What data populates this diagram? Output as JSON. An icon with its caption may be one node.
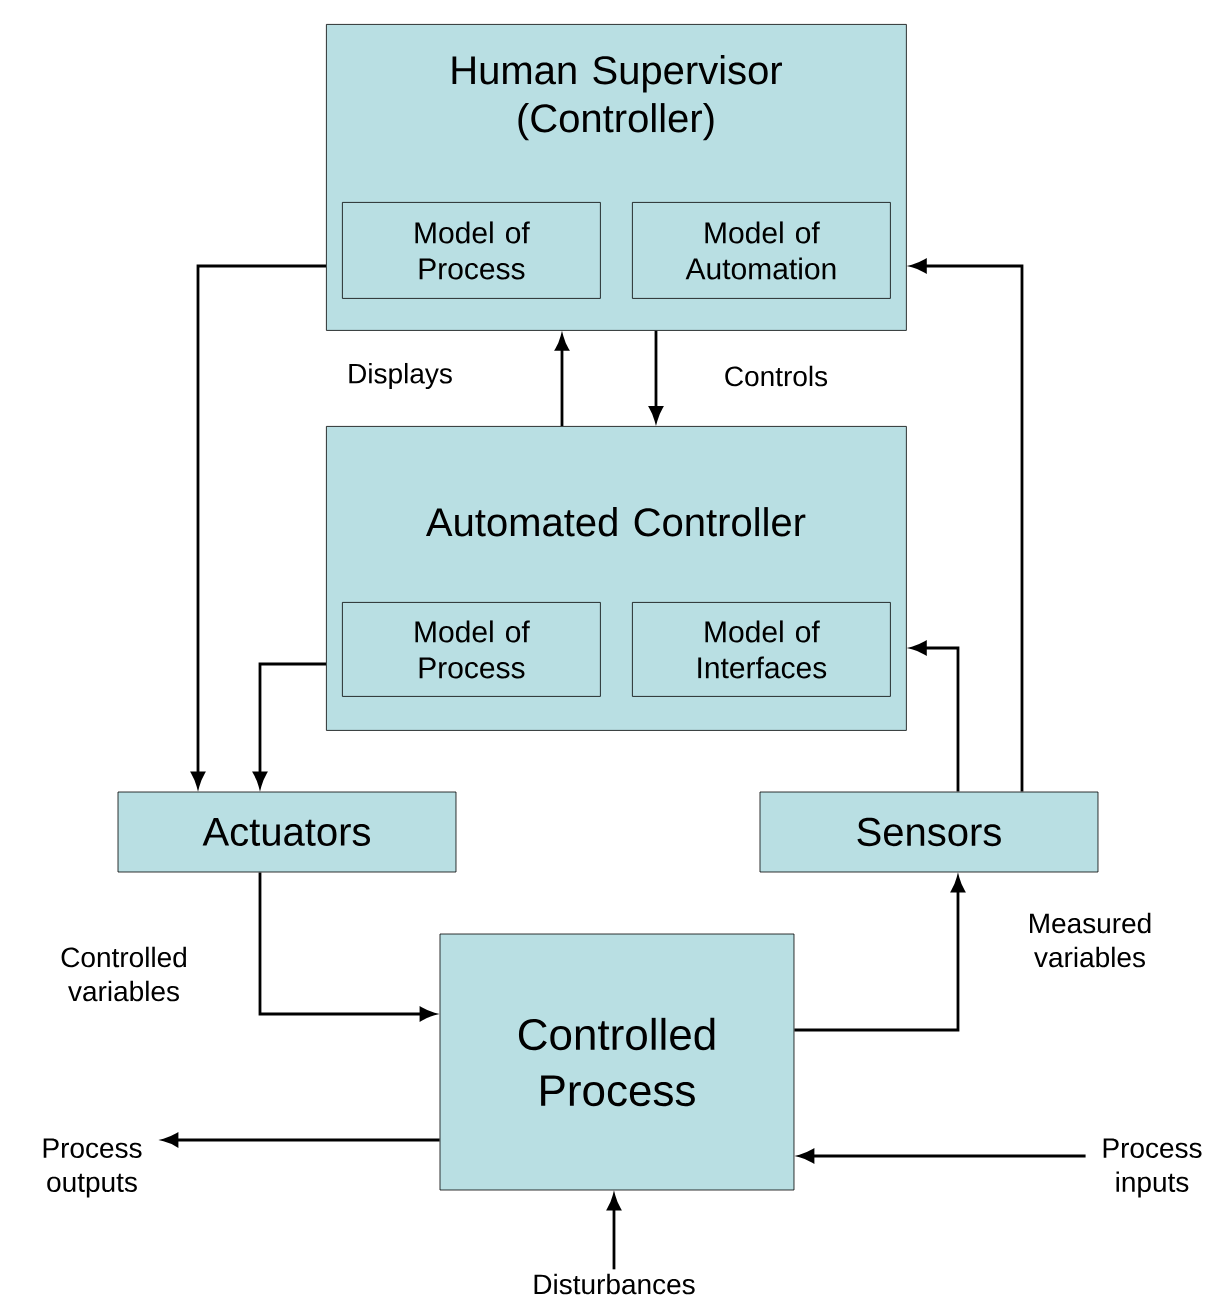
{
  "diagram": {
    "nodes": [
      {
        "text": [
          "Human Supervisor (Controller)"
        ]
      },
      {
        "text": [
          "Model of Process"
        ],
        "in": 0
      },
      {
        "text": [
          "Model of Automation"
        ],
        "in": 0
      },
      {
        "text": [
          "Automated Controller"
        ]
      },
      {
        "text": [
          "Model of Process"
        ],
        "in": 3
      },
      {
        "text": [
          "Model of Interfaces"
        ],
        "in": 3
      },
      {
        "text": [
          "Actuators"
        ]
      },
      {
        "text": [
          "Sensors"
        ]
      },
      {
        "text": [
          "Controlled Process"
        ]
      },
      {
        "text": [
          "Process outputs"
        ]
      },
      {
        "text": [
          "Process inputs"
        ]
      },
      {
        "text": [
          "Disturbances"
        ]
      }
    ],
    "edges": [
      {
        "from": 0,
        "to": 6,
        "arrow": "to"
      },
      {
        "from": 3,
        "to": 0,
        "arrow": "to",
        "label": "Displays"
      },
      {
        "from": 0,
        "to": 3,
        "arrow": "to",
        "label": "Controls"
      },
      {
        "from": 3,
        "to": 6,
        "arrow": "to"
      },
      {
        "from": 7,
        "to": 3,
        "arrow": "to"
      },
      {
        "from": 7,
        "to": 0,
        "arrow": "to"
      },
      {
        "from": 6,
        "to": 8,
        "arrow": "to",
        "label": "Controlled variables"
      },
      {
        "from": 8,
        "to": 7,
        "arrow": "to",
        "label": "Measured variables"
      },
      {
        "from": 8,
        "to": 9,
        "arrow": "to"
      },
      {
        "from": 10,
        "to": 8,
        "arrow": "to"
      },
      {
        "from": 11,
        "to": 8,
        "arrow": "to"
      }
    ]
  }
}
